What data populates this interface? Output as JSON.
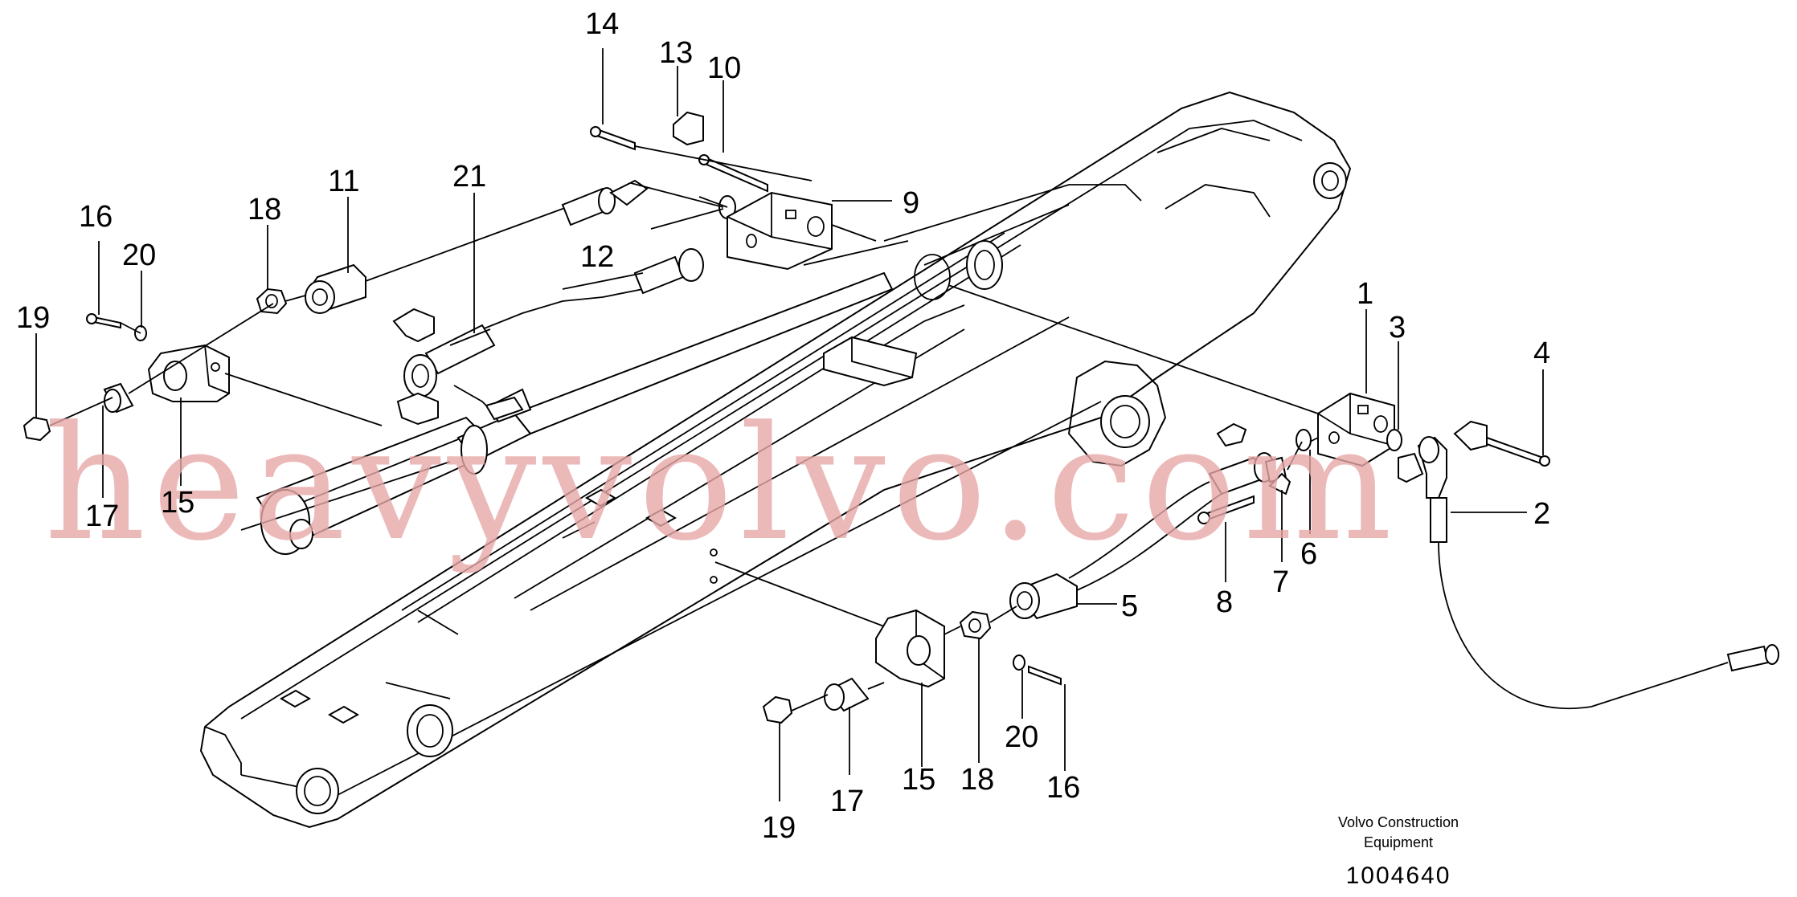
{
  "diagram": {
    "callouts": [
      "1",
      "2",
      "3",
      "4",
      "5",
      "6",
      "7",
      "8",
      "9",
      "10",
      "11",
      "12",
      "13",
      "14",
      "15",
      "16",
      "17",
      "18",
      "19",
      "20",
      "21",
      "15",
      "16",
      "17",
      "18",
      "19",
      "20"
    ],
    "footer": {
      "company_line1": "Volvo Construction",
      "company_line2": "Equipment",
      "drawing_number": "1004640"
    },
    "watermark": "heavyvolvo.com",
    "colors": {
      "line": "#000000",
      "watermark": "#e8a8a8",
      "background": "#ffffff"
    }
  }
}
